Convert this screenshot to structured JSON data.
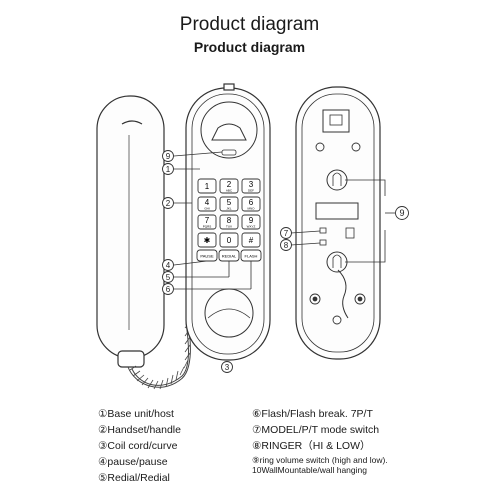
{
  "title": "Product diagram",
  "subtitle": "Product diagram",
  "keypad": [
    {
      "main": "1",
      "sub": ""
    },
    {
      "main": "2",
      "sub": "ABC"
    },
    {
      "main": "3",
      "sub": "DEF"
    },
    {
      "main": "4",
      "sub": "GHI"
    },
    {
      "main": "5",
      "sub": "JKL"
    },
    {
      "main": "6",
      "sub": "MNO"
    },
    {
      "main": "7",
      "sub": "PQRS"
    },
    {
      "main": "8",
      "sub": "TUV"
    },
    {
      "main": "9",
      "sub": "WXYZ"
    },
    {
      "main": "✱",
      "sub": ""
    },
    {
      "main": "0",
      "sub": ""
    },
    {
      "main": "#",
      "sub": ""
    }
  ],
  "function_keys": [
    "PAUSE",
    "REDIAL",
    "FLASH"
  ],
  "callouts": {
    "c9a": "9",
    "c1": "1",
    "c2": "2",
    "c4": "4",
    "c5": "5",
    "c6": "6",
    "c3": "3",
    "c7": "7",
    "c8": "8",
    "c9b": "9"
  },
  "legend": {
    "left": [
      {
        "num": "①",
        "text": "Base unit/host"
      },
      {
        "num": "②",
        "text": "Handset/handle"
      },
      {
        "num": "③",
        "text": "Coil cord/curve"
      },
      {
        "num": "④",
        "text": "pause/pause"
      },
      {
        "num": "⑤",
        "text": "Redial/Redial"
      }
    ],
    "right": [
      {
        "num": "⑥",
        "text": "Flash/Flash break. 7P/T"
      },
      {
        "num": "⑦",
        "text": "MODEL/P/T mode switch"
      },
      {
        "num": "⑧",
        "text": "RINGER（HI & LOW）"
      },
      {
        "num": "⑨",
        "text": "ring volume switch (high and low). 10WallMountable/wall hanging"
      }
    ]
  }
}
